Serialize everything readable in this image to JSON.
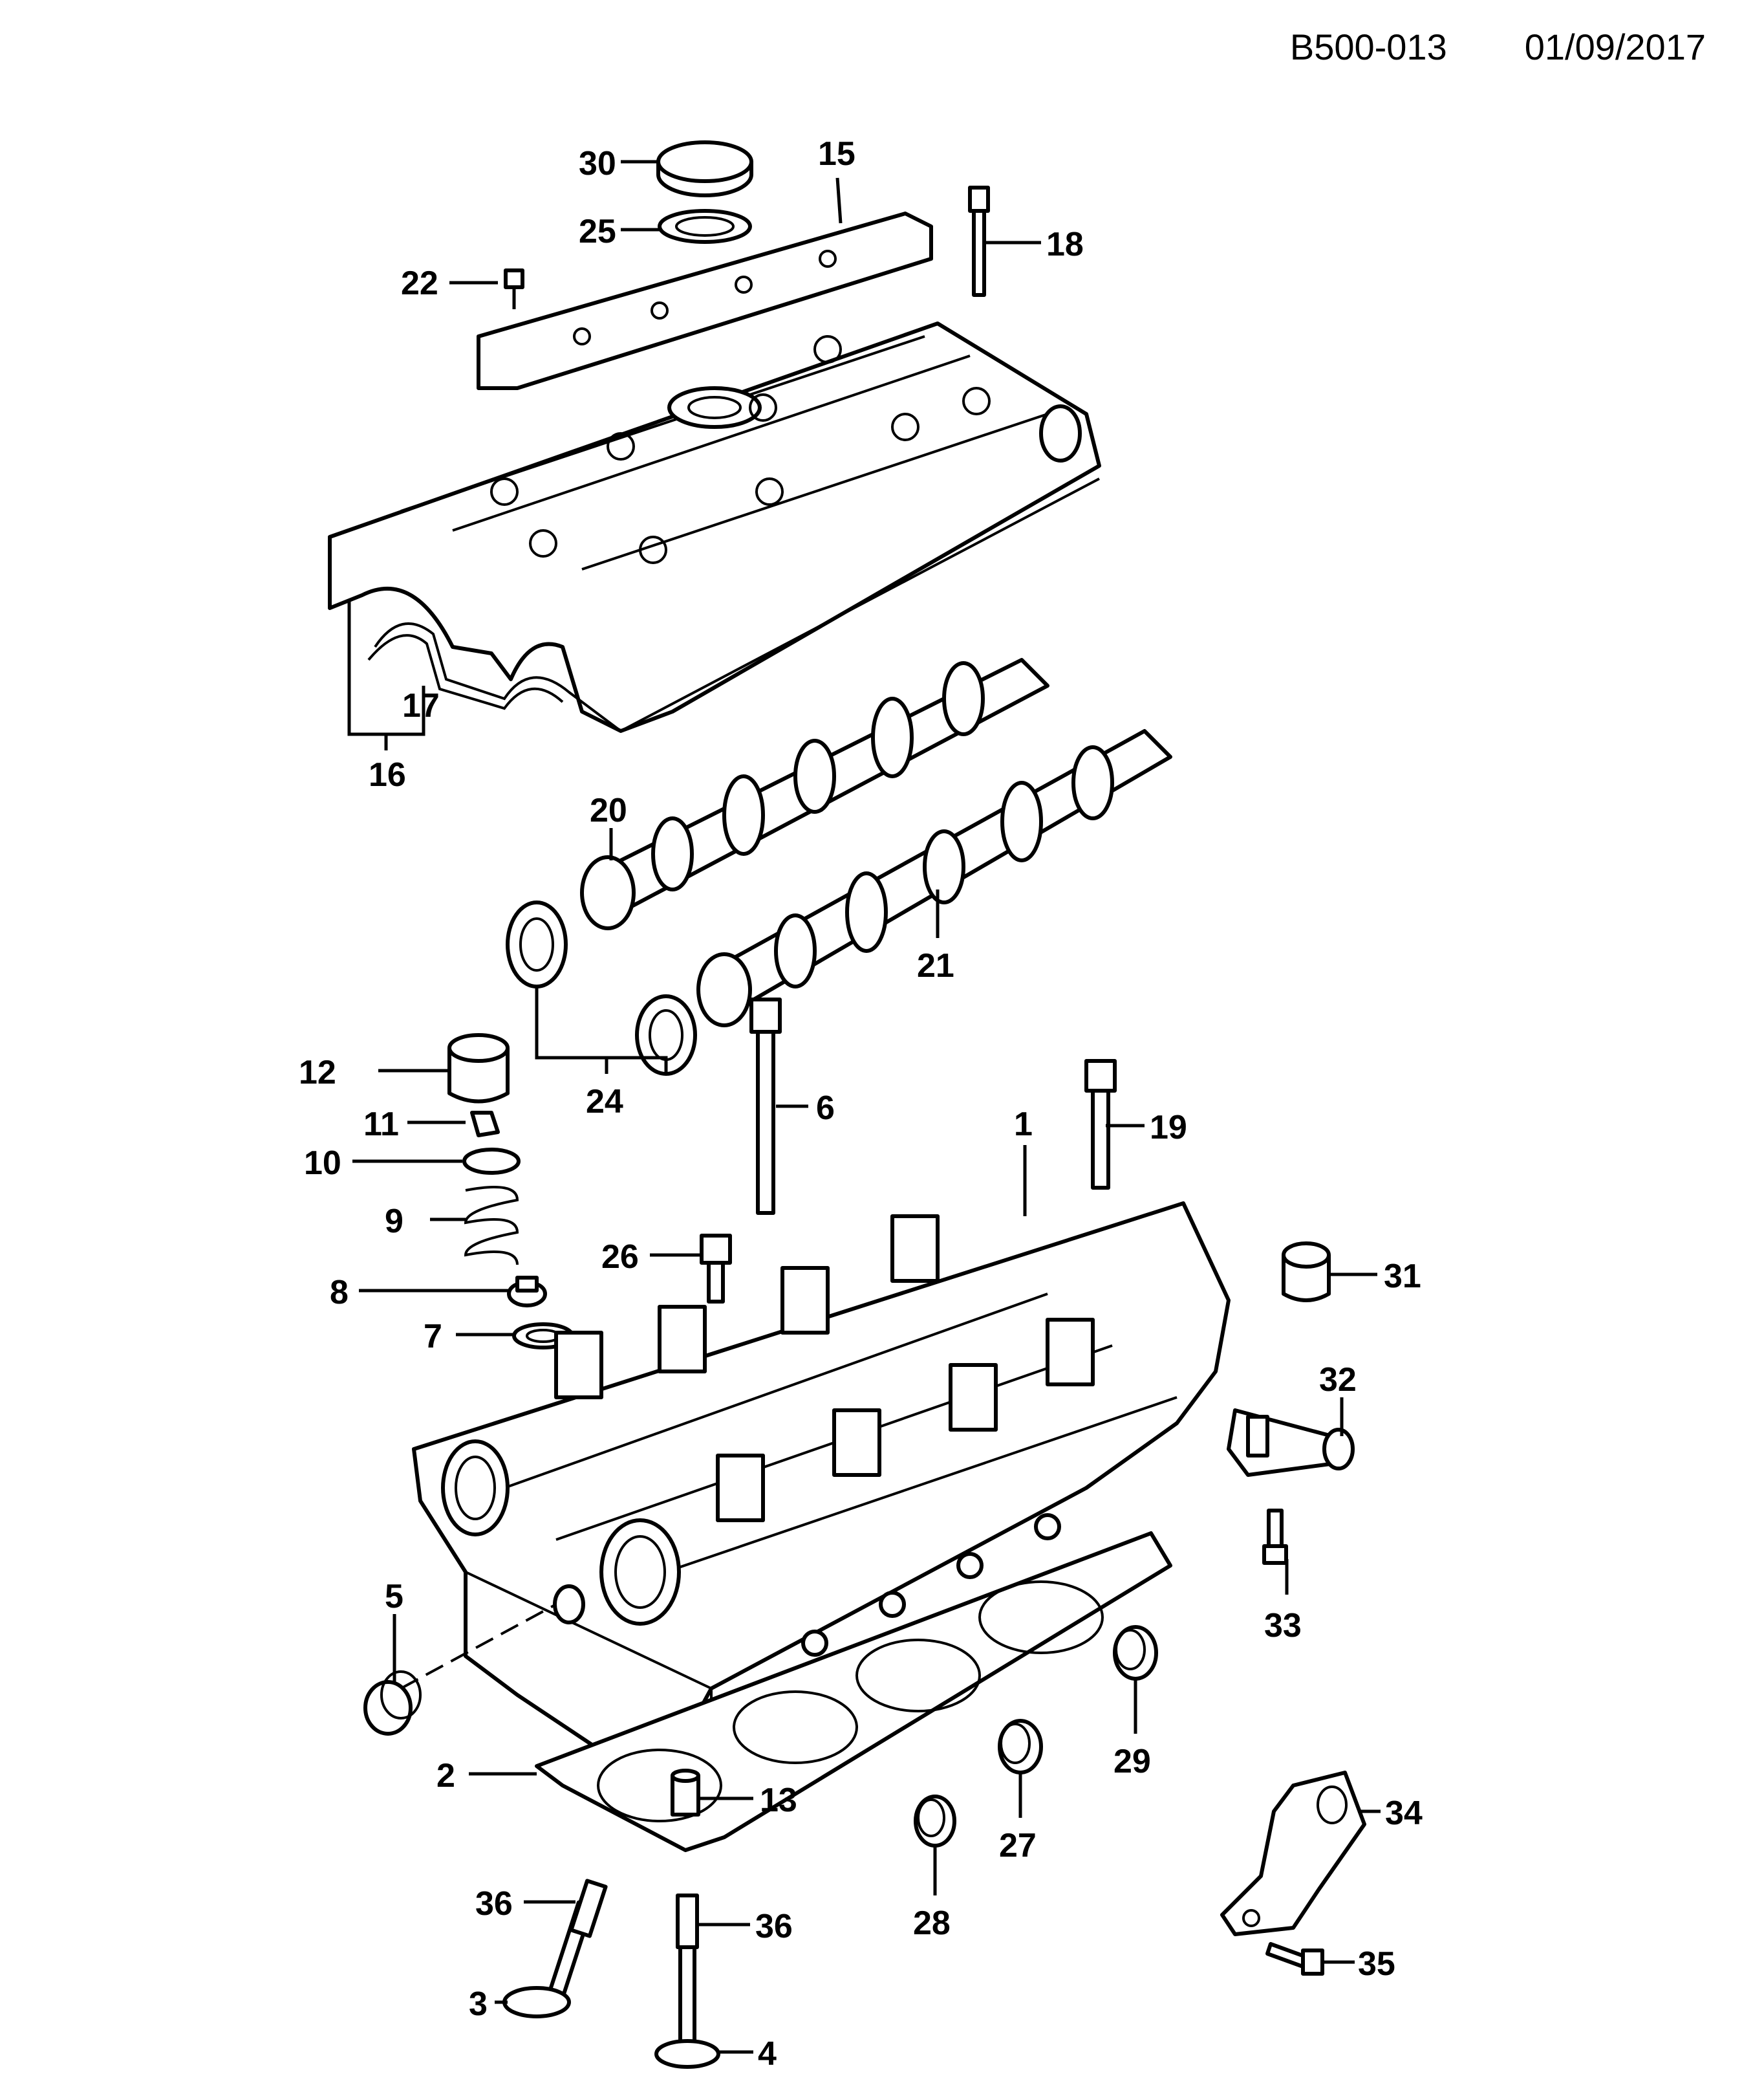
{
  "header": {
    "code": "B500-013",
    "date": "01/09/2017"
  },
  "labels": {
    "l1": "1",
    "l2": "2",
    "l3": "3",
    "l4": "4",
    "l5": "5",
    "l6": "6",
    "l7": "7",
    "l8": "8",
    "l9": "9",
    "l10": "10",
    "l11": "11",
    "l12": "12",
    "l13": "13",
    "l15": "15",
    "l16": "16",
    "l17": "17",
    "l18": "18",
    "l19": "19",
    "l20": "20",
    "l21": "21",
    "l22": "22",
    "l24": "24",
    "l25": "25",
    "l26": "26",
    "l27": "27",
    "l28": "28",
    "l29": "29",
    "l30": "30",
    "l31": "31",
    "l32": "32",
    "l33": "33",
    "l34": "34",
    "l35": "35",
    "l36a": "36",
    "l36b": "36"
  }
}
